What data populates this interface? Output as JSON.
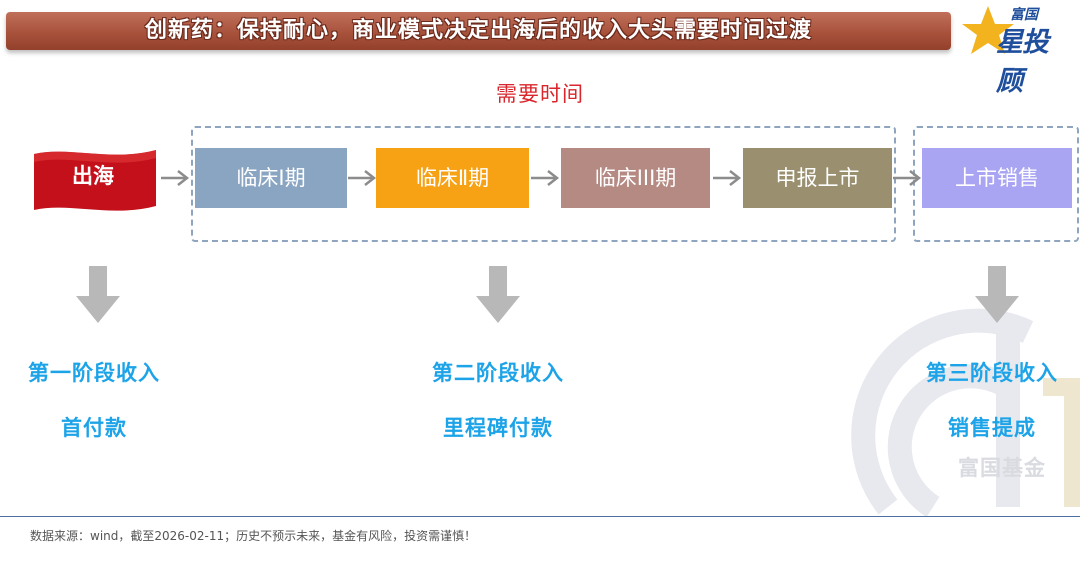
{
  "header": {
    "title": "创新药：保持耐心，商业模式决定出海后的收入大头需要时间过渡",
    "logo_small": "富国",
    "logo_big": "星投顾"
  },
  "diagram": {
    "time_label": "需要时间",
    "start_label": "出海",
    "stages": [
      {
        "label": "临床Ⅰ期",
        "color": "#8aa5c2"
      },
      {
        "label": "临床Ⅱ期",
        "color": "#f7a114"
      },
      {
        "label": "临床III期",
        "color": "#b58a82"
      },
      {
        "label": "申报上市",
        "color": "#9a9070"
      },
      {
        "label": "上市销售",
        "color": "#a9a5f3"
      }
    ],
    "phases": [
      {
        "title": "第一阶段收入",
        "sub": "首付款"
      },
      {
        "title": "第二阶段收入",
        "sub": "里程碑付款"
      },
      {
        "title": "第三阶段收入",
        "sub": "销售提成"
      }
    ],
    "watermark_text": "富国基金"
  },
  "footer": {
    "source": "数据来源：wind，截至2026-02-11；历史不预示未来，基金有风险，投资需谨慎！"
  },
  "colors": {
    "accent_red": "#d9262c",
    "phase_blue": "#1ca3e8",
    "header_brown": "#a8523c"
  }
}
